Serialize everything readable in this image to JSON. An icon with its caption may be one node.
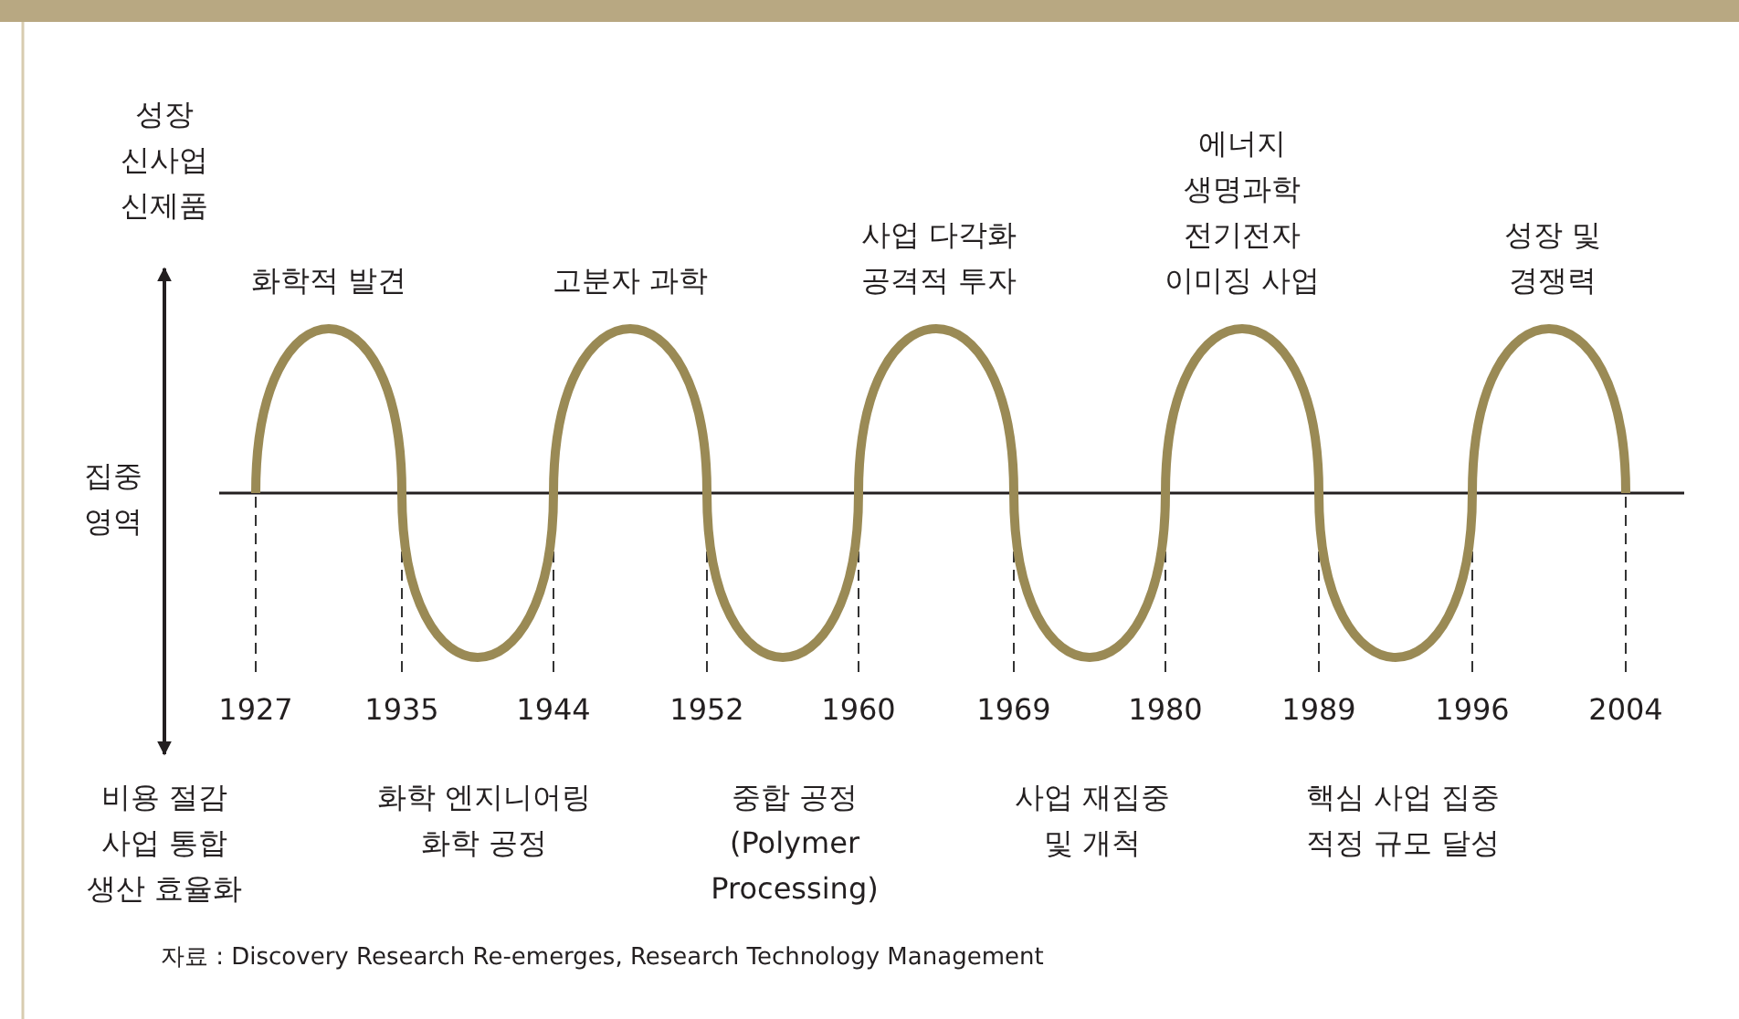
{
  "diagram": {
    "caption": "자료 : Discovery Research Re-emerges, Research Technology Management",
    "labels": [
      "성장 신사업 신제품",
      "화학적 발견",
      "고분자 과학",
      "사업 다각화 공격적 투자",
      "에너지 생명과학 전기전자 이미징 사업",
      "성장 및 경쟁력",
      "집중 영역",
      "1927",
      "1935",
      "1944",
      "1952",
      "1960",
      "1969",
      "1980",
      "1989",
      "1996",
      "2004",
      "비용 절감 사업 통합 생산 효율화",
      "화학 엔지니어링 화학 공정",
      "중합 공정 (Polymer Processing)",
      "사업 재집중 및 개척",
      "핵심 사업 집중 적정 규모 달성"
    ]
  }
}
